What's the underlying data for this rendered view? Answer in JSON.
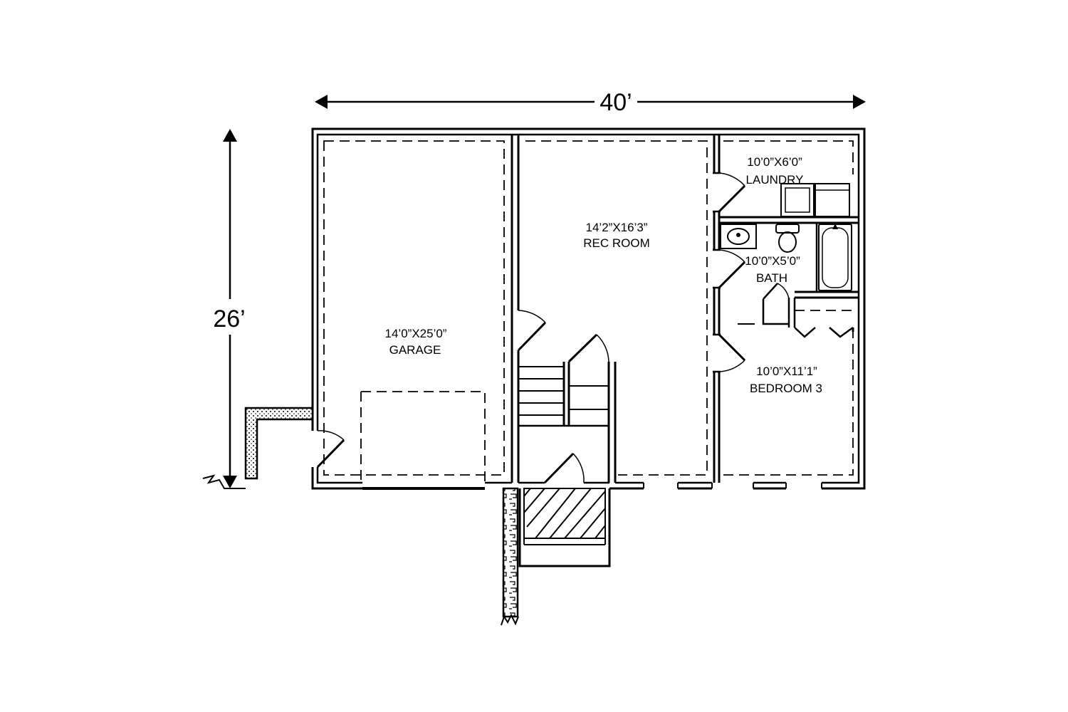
{
  "dimensions": {
    "width": "40’",
    "depth": "26’"
  },
  "rooms": {
    "garage": {
      "size": "14’0”X25’0”",
      "name": "GARAGE"
    },
    "rec_room": {
      "size": "14’2”X16’3”",
      "name": "REC ROOM"
    },
    "laundry": {
      "size": "10’0”X6’0”",
      "name": "LAUNDRY"
    },
    "bath": {
      "size": "10’0”X5’0”",
      "name": "BATH"
    },
    "bedroom3": {
      "size": "10’0”X11’1”",
      "name": "BEDROOM 3"
    }
  },
  "colors": {
    "line": "#000000",
    "background": "#ffffff"
  }
}
